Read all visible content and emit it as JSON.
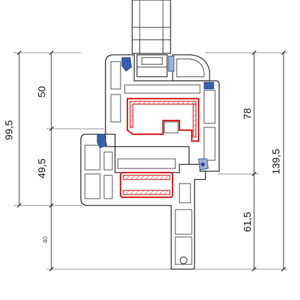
{
  "dimensions": {
    "left_overall": "99,5",
    "left_upper": "50",
    "left_lower": "49,5",
    "left_small": "40",
    "right_overall": "139,5",
    "right_upper": "78",
    "right_lower": "61,5"
  },
  "colors": {
    "reinforcement": "#d62020",
    "gasket": "#2a4f9a",
    "outline": "#222222"
  }
}
